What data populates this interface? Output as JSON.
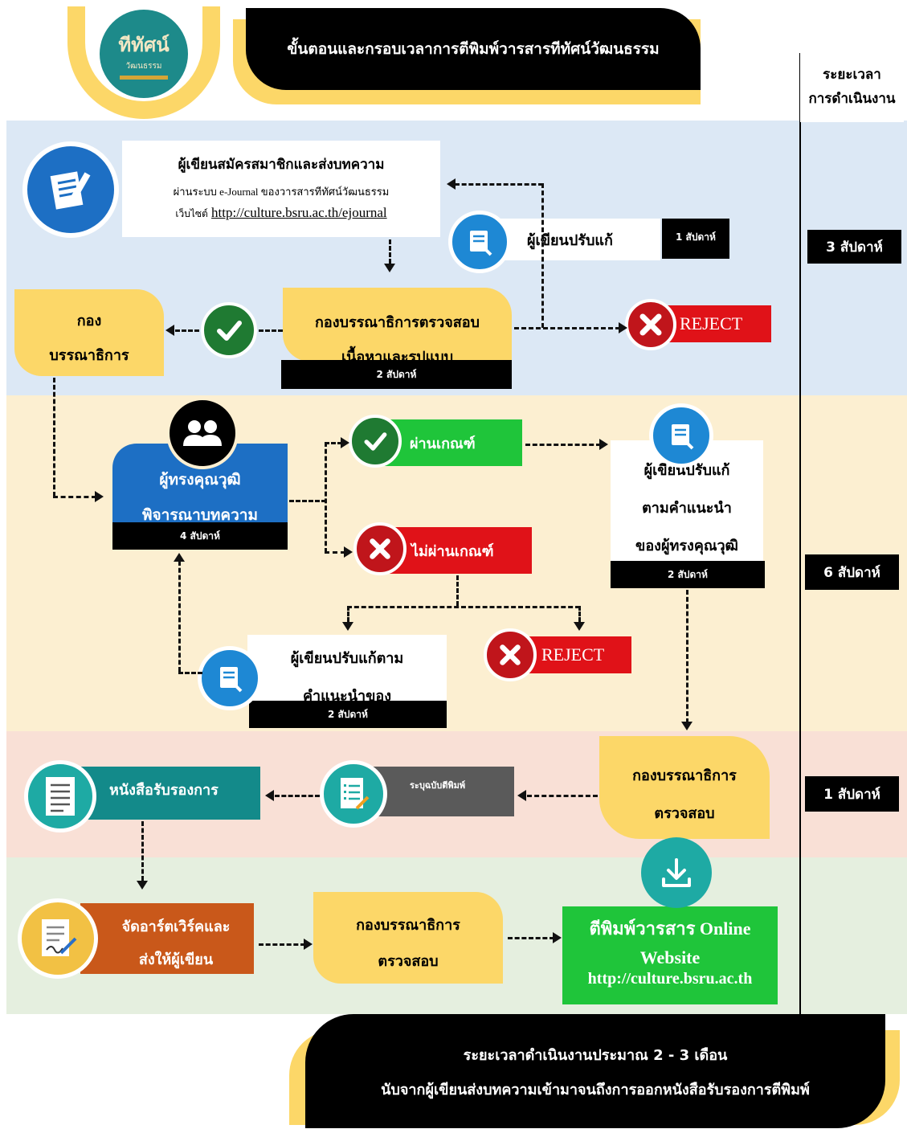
{
  "header": {
    "logo_text": "ทีทัศน์",
    "logo_sub": "วัฒนธรรม",
    "title": "ขั้นตอนและกรอบเวลาการตีพิมพ์วารสารทีทัศน์วัฒนธรรม"
  },
  "timeline": {
    "header_line1": "ระยะเวลา",
    "header_line2": "การดำเนินงาน",
    "stage1": "3 สัปดาห์",
    "stage2": "6 สัปดาห์",
    "stage3": "1 สัปดาห์"
  },
  "stage1": {
    "submit_title": "ผู้เขียนสมัครสมาชิกและส่งบทความ",
    "submit_line2": "ผ่านระบบ e-Journal ของวารสารทีทัศน์วัฒนธรรม",
    "submit_site_label": "เว็บไซต์",
    "submit_url": "http://culture.bsru.ac.th/ejournal",
    "revise_label": "ผู้เขียนปรับแก้",
    "revise_time": "1 สัปดาห์",
    "editorial_label1": "กอง",
    "editorial_label2": "บรรณาธิการ",
    "check_line1": "กองบรรณาธิการตรวจสอบ",
    "check_line2": "เนื้อหาและรูปแบบ",
    "check_time": "2 สัปดาห์",
    "reject": "REJECT"
  },
  "stage2": {
    "reviewer_line1": "ผู้ทรงคุณวุฒิ",
    "reviewer_line2": "พิจารณาบทความ",
    "reviewer_time": "4 สัปดาห์",
    "pass": "ผ่านเกณฑ์",
    "fail": "ไม่ผ่านเกณฑ์",
    "revise_line1": "ผู้เขียนปรับแก้",
    "revise_line2": "ตามคำแนะนำ",
    "revise_line3": "ของผู้ทรงคุณวุฒิ",
    "revise_time": "2 สัปดาห์",
    "revise2_line1": "ผู้เขียนปรับแก้ตาม",
    "revise2_line2": "คำแนะนำของ",
    "revise2_time": "2 สัปดาห์",
    "reject": "REJECT"
  },
  "stage3": {
    "certificate": "หนังสือรับรองการ",
    "issue_label": "ระบุฉบับตีพิมพ์",
    "editorial_line1": "กองบรรณาธิการ",
    "editorial_line2": "ตรวจสอบ"
  },
  "stage4": {
    "artwork_line1": "จัดอาร์ตเวิร์คและ",
    "artwork_line2": "ส่งให้ผู้เขียน",
    "editorial_line1": "กองบรรณาธิการ",
    "editorial_line2": "ตรวจสอบ",
    "publish_line1": "ตีพิมพ์วารสาร Online",
    "publish_line2": "Website",
    "publish_url": "http://culture.bsru.ac.th"
  },
  "footer": {
    "line1": "ระยะเวลาดำเนินงานประมาณ 2 - 3 เดือน",
    "line2": "นับจากผู้เขียนส่งบทความเข้ามาจนถึงการออกหนังสือรับรองการตีพิมพ์"
  },
  "colors": {
    "band1": "#dce8f5",
    "band2": "#fcefd1",
    "band3": "#f9e0d6",
    "band4": "#e5efdf",
    "yellow": "#fcd768",
    "blue": "#1d6fc4",
    "green": "#1fc53a",
    "red": "#e01218",
    "teal": "#138a8a",
    "orange": "#c9581a",
    "gray": "#5a5a5a"
  }
}
